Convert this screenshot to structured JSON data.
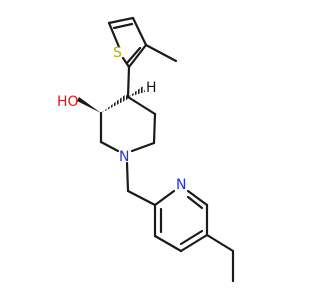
{
  "molecule": {
    "atoms": {
      "S": {
        "symbol": "S",
        "color": "#b5b500"
      },
      "O": {
        "symbol": "HO",
        "color": "#ee1111"
      },
      "N1": {
        "symbol": "N",
        "color": "#2233dd"
      },
      "N2": {
        "symbol": "N",
        "color": "#2233dd"
      },
      "H": {
        "symbol": "H",
        "color": "#1a1a1a"
      }
    },
    "bond_color": "#1a1a1a"
  }
}
